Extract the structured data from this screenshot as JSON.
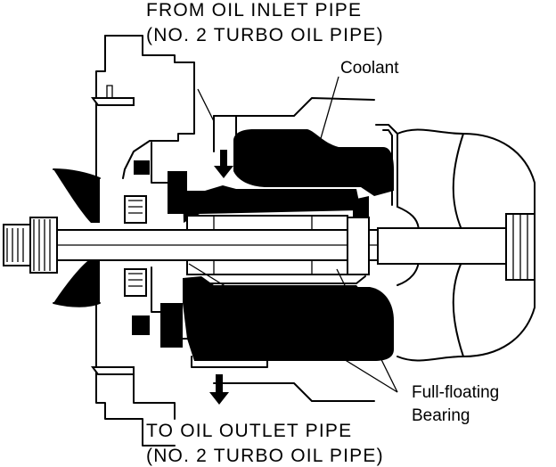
{
  "labels": {
    "inlet_line1": "FROM OIL INLET PIPE",
    "inlet_line2": "(NO. 2 TURBO OIL PIPE)",
    "coolant": "Coolant",
    "bearing_line1": "Full-floating",
    "bearing_line2": "Bearing",
    "outlet_line1": "TO OIL OUTLET PIPE",
    "outlet_line2": "(NO. 2 TURBO OIL PIPE)"
  },
  "colors": {
    "ink": "#000000",
    "paper": "#ffffff"
  },
  "icons": [
    "oil-inlet-arrow-icon",
    "oil-outlet-arrow-icon"
  ]
}
